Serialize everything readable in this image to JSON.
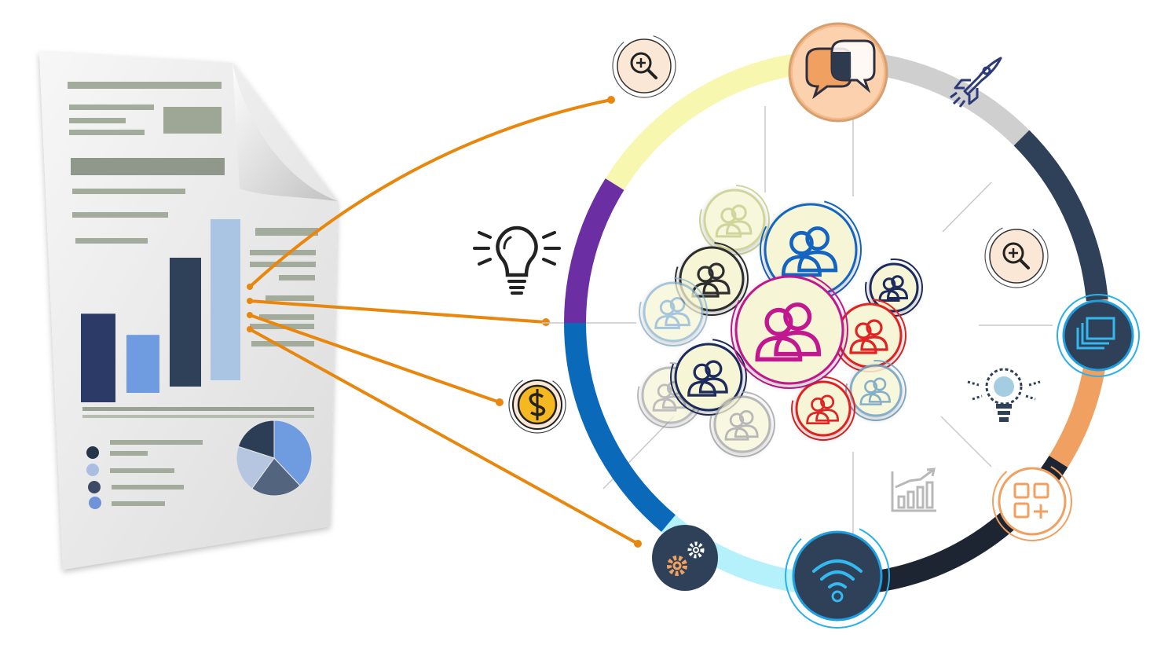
{
  "illustration": {
    "kind": "report-to-network infographic",
    "report": {
      "bar_chart_values": [
        55,
        36,
        80,
        100
      ],
      "bar_colors": [
        "#2c3a68",
        "#6f9be0",
        "#2e4158",
        "#aac4e4"
      ],
      "legend_dot_colors": [
        "#26364a",
        "#a9bee0",
        "#3d4a66",
        "#6e93d9"
      ],
      "pie_values": [
        38,
        22,
        20,
        20
      ],
      "pie_colors": [
        "#6f9be0",
        "#52647e",
        "#b7c6e0",
        "#2c3e56"
      ]
    },
    "ring": {
      "arc_colors": [
        "#f7f7b0",
        "#cfcfcf",
        "#2e4158",
        "#f0a060",
        "#1e2532",
        "#b4f1fb",
        "#0a6ab9",
        "#6b2ea3"
      ]
    },
    "satellite_icons": [
      "magnifier-icon",
      "chat-bubbles-icon",
      "rocket-icon",
      "magnifier-icon",
      "stack-icon",
      "lightbulb-icon",
      "grid-plus-icon",
      "trend-chart-icon",
      "wifi-icon",
      "gears-icon",
      "dollar-icon",
      "lightbulb-icon"
    ],
    "people_badge_colors": [
      "#c8d08a",
      "#1565c0",
      "#2e2e2e",
      "#8ab4d0",
      "#c2188f",
      "#1f2b5c",
      "#e02424",
      "#a0a0a0",
      "#70a0c0"
    ],
    "colors": {
      "accent_line": "#e8870e",
      "ring_gray": "#cfcfcf",
      "ring_navy": "#2e4158",
      "ring_blue": "#0a6ab9",
      "ring_purple": "#6b2ea3",
      "badge_fill": "#f6f6d6"
    }
  }
}
